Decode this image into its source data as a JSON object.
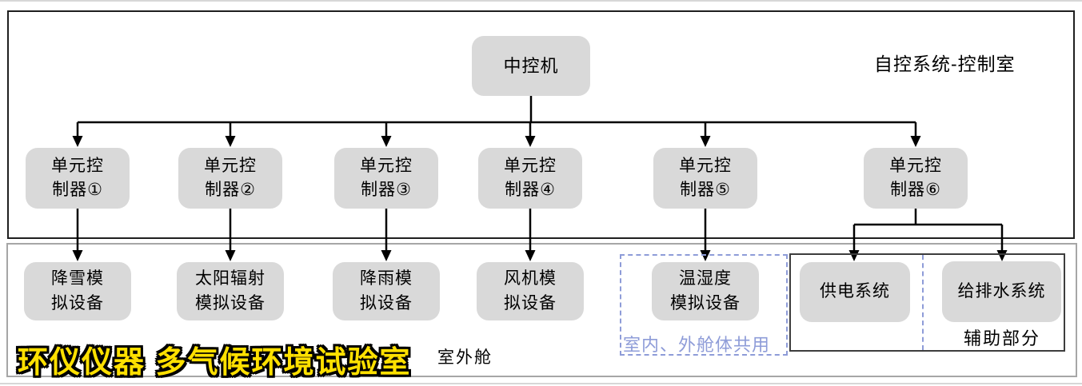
{
  "colors": {
    "node_fill": "#d9d9d9",
    "connector_line": "#000000",
    "top_section_border": "#1f1f1f",
    "bottom_section_border": "#a6a6a6",
    "shared_zone_accent": "#8e9cd8",
    "watermark_fill": "#ffe000",
    "watermark_outline": "#000000"
  },
  "diagram": {
    "central": {
      "label": "中控机"
    },
    "top_section_label": "自控系统-控制室",
    "controllers": [
      {
        "line1": "单元控",
        "line2": "制器①"
      },
      {
        "line1": "单元控",
        "line2": "制器②"
      },
      {
        "line1": "单元控",
        "line2": "制器③"
      },
      {
        "line1": "单元控",
        "line2": "制器④"
      },
      {
        "line1": "单元控",
        "line2": "制器⑤"
      },
      {
        "line1": "单元控",
        "line2": "制器⑥"
      }
    ],
    "equipment": [
      {
        "line1": "降雪模",
        "line2": "拟设备"
      },
      {
        "line1": "太阳辐射",
        "line2": "模拟设备"
      },
      {
        "line1": "降雨模",
        "line2": "拟设备"
      },
      {
        "line1": "风机模",
        "line2": "拟设备"
      },
      {
        "line1": "温湿度",
        "line2": "模拟设备"
      }
    ],
    "shared_zone_caption": "室内、外舱体共用",
    "aux": {
      "power_label": "供电系统",
      "water_label": "给排水系统",
      "caption": "辅助部分"
    },
    "bottom_section_label": "室外舱",
    "watermark": "环仪仪器 多气候环境试验室"
  }
}
